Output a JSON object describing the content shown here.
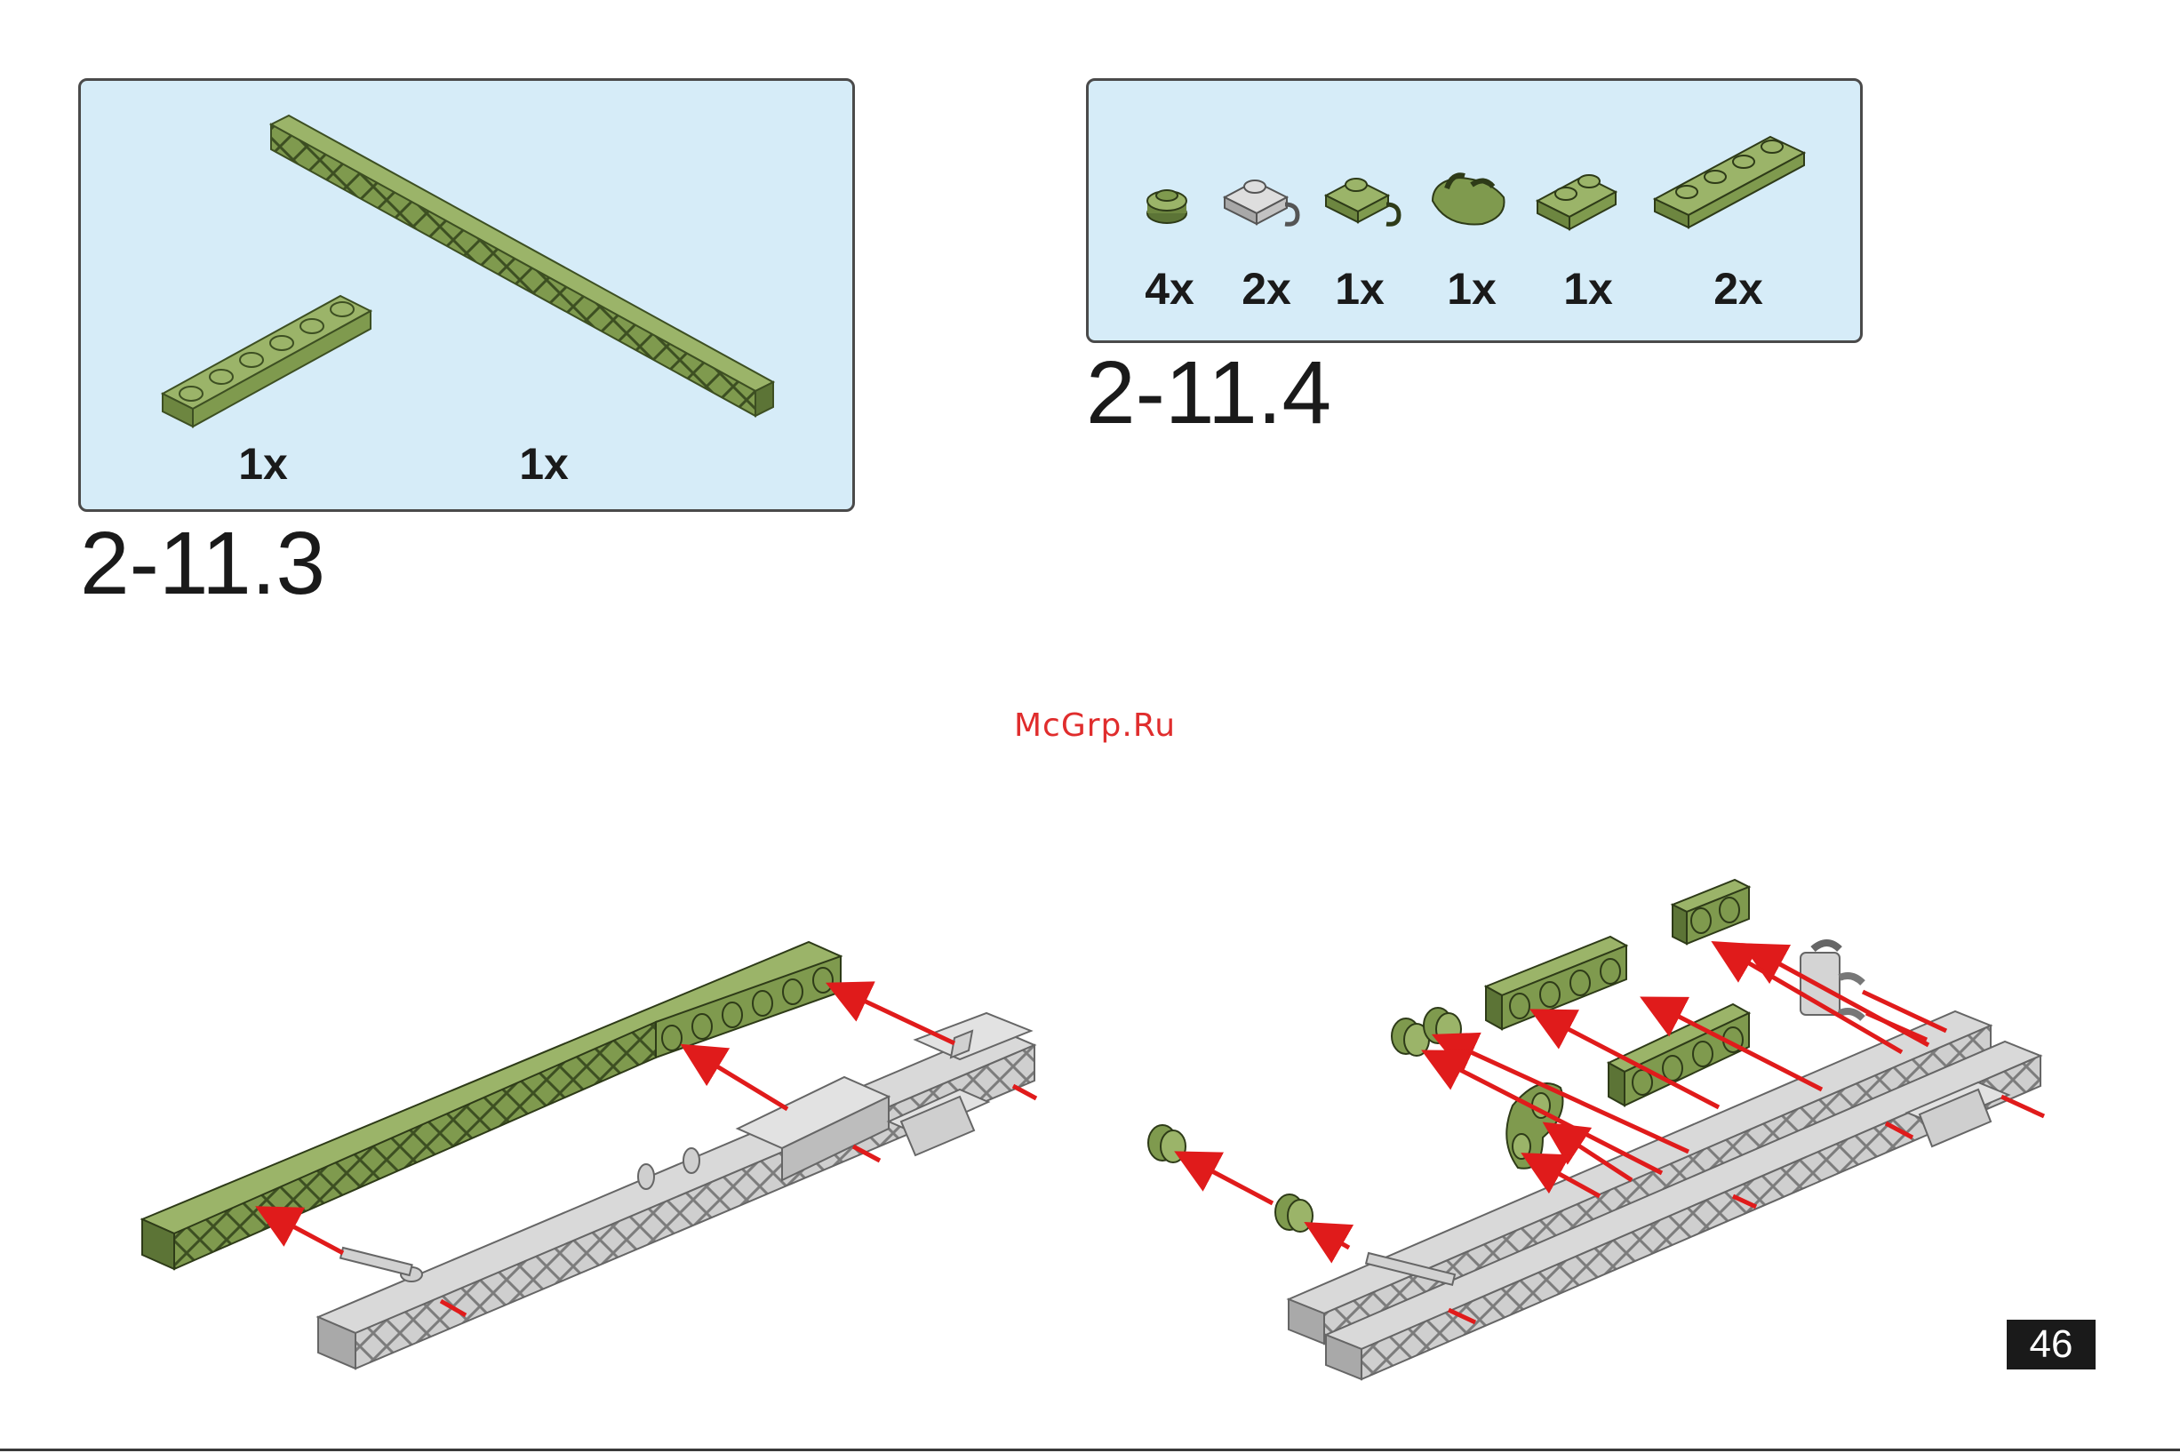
{
  "step_3": {
    "label": "2-11.3",
    "parts": [
      {
        "qty": "1x",
        "desc": "olive 1x6 plate"
      },
      {
        "qty": "1x",
        "desc": "olive 1x16 lattice plate"
      }
    ]
  },
  "step_4": {
    "label": "2-11.4",
    "parts": [
      {
        "qty": "4x",
        "desc": "olive round 1x1 plate"
      },
      {
        "qty": "2x",
        "desc": "grey 1x1 plate with clip"
      },
      {
        "qty": "1x",
        "desc": "olive 1x1 plate with clip"
      },
      {
        "qty": "1x",
        "desc": "olive 1x1 plate with two clips"
      },
      {
        "qty": "1x",
        "desc": "olive 1x2 plate"
      },
      {
        "qty": "2x",
        "desc": "olive 1x4 plate"
      }
    ]
  },
  "watermark": "McGrp.Ru",
  "page_number": "46",
  "colors": {
    "olive": "#7f9a4e",
    "olive_dark": "#5c7436",
    "grey": "#c9c9c9",
    "grey_dark": "#8f8f8f",
    "arrow": "#e01b1b",
    "box_bg": "#d6ecf8"
  }
}
